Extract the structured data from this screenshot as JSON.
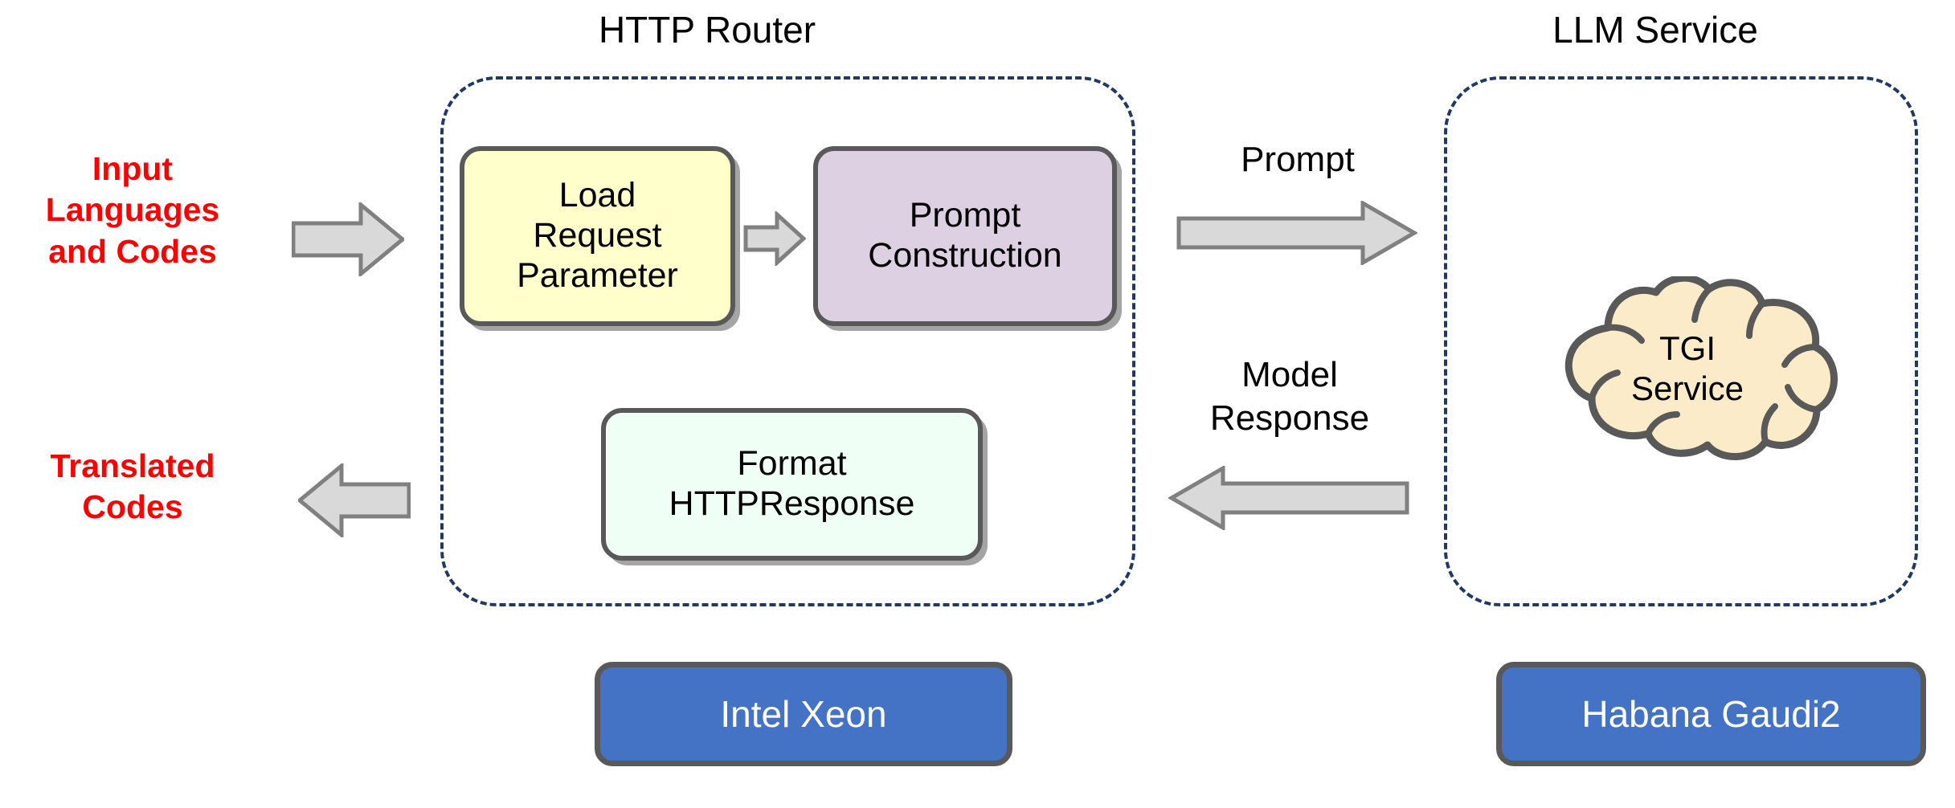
{
  "diagram": {
    "title_http_router": "HTTP Router",
    "title_llm_service": "LLM Service"
  },
  "external_labels": {
    "input": "Input\nLanguages\nand Codes",
    "output": "Translated\nCodes"
  },
  "http_router": {
    "boxes": [
      {
        "id": "load-request-parameter",
        "label": "Load\nRequest\nParameter",
        "fill": "#FFFFCC"
      },
      {
        "id": "prompt-construction",
        "label": "Prompt\nConstruction",
        "fill": "#DDD0E3"
      },
      {
        "id": "format-httpresponse",
        "label": "Format\nHTTPResponse",
        "fill": "#F0FFF6"
      }
    ]
  },
  "llm_service": {
    "cloud": {
      "id": "tgi-service",
      "label": "TGI\nService",
      "fill": "#FCEBC8"
    }
  },
  "flows": {
    "prompt": "Prompt",
    "model_response": "Model\nResponse"
  },
  "hardware": {
    "left": "Intel Xeon",
    "right": "Habana Gaudi2"
  },
  "colors": {
    "container_border": "#1F3864",
    "box_border": "#595959",
    "arrow_fill": "#D9D9D9",
    "arrow_stroke": "#808080",
    "hardware_fill": "#4472C4",
    "accent_red": "#FF0000",
    "yellow_box": "#FFFFCC",
    "purple_box": "#DDD0E3",
    "mint_box": "#F0FFF6",
    "cloud_fill": "#FCEBC8"
  }
}
